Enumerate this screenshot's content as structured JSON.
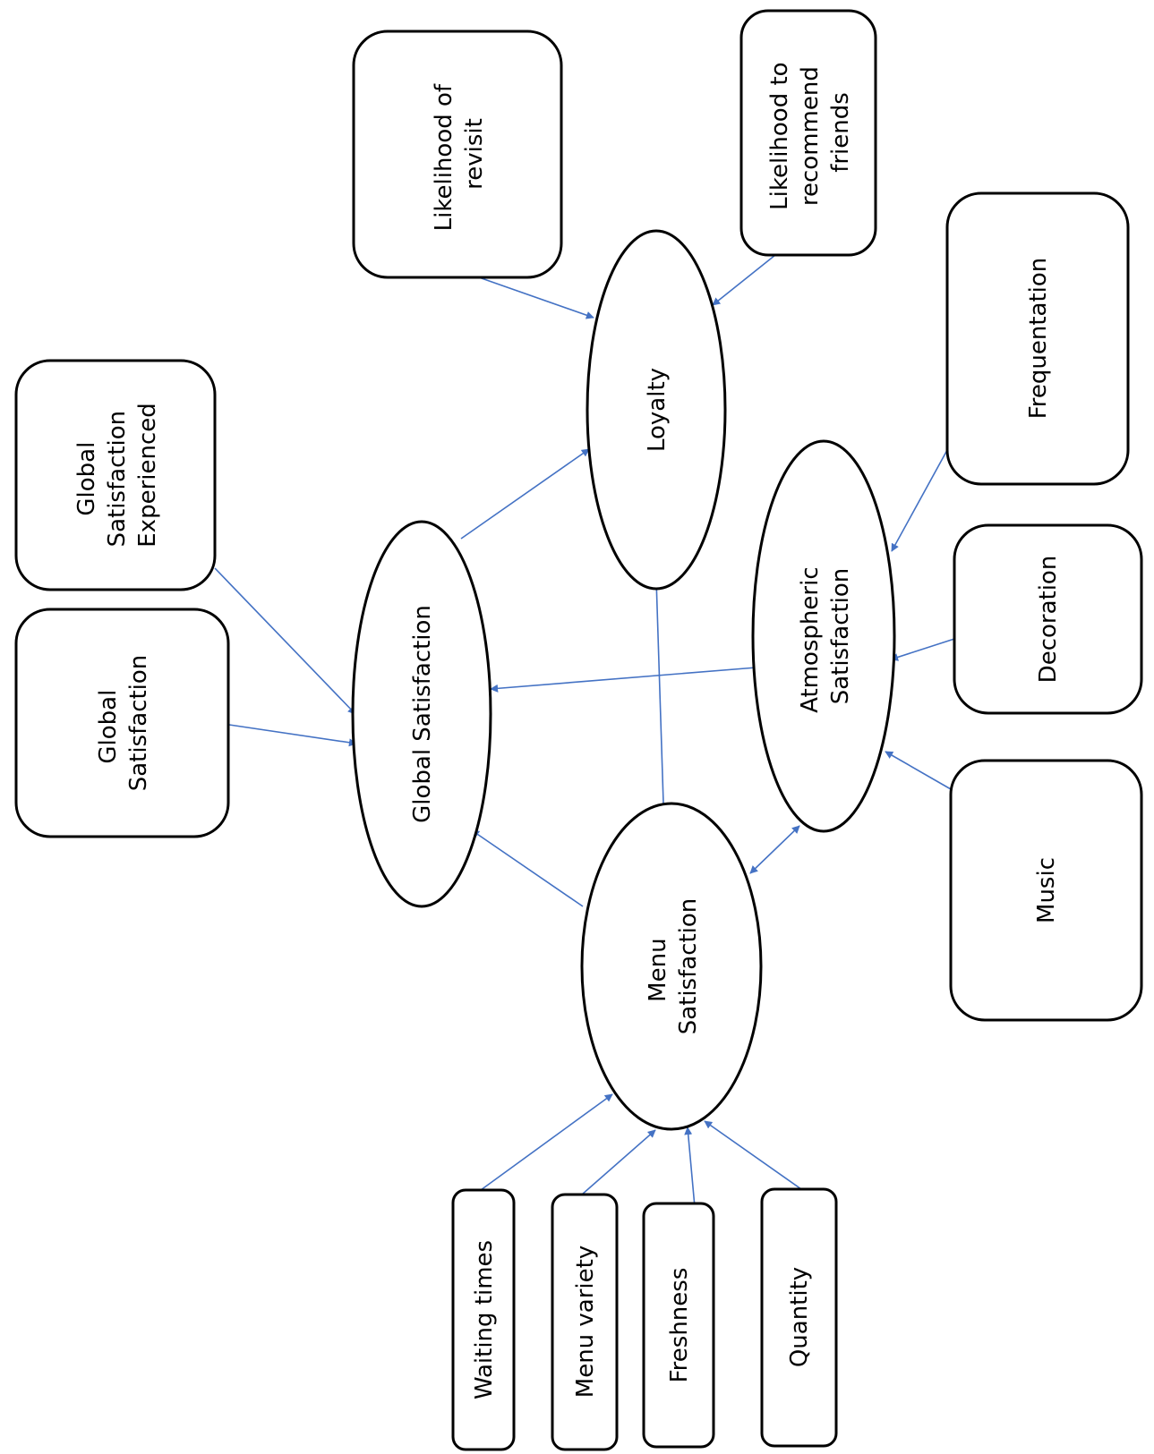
{
  "colors": {
    "arrow": "#4472c4",
    "outline": "#000000",
    "background": "#ffffff"
  },
  "nodes": {
    "global_satisfaction": {
      "label": "Global Satisfaction"
    },
    "loyalty": {
      "label": "Loyalty"
    },
    "atmospheric_satisfaction": {
      "label": [
        "Atmospheric",
        "Satisfaction"
      ]
    },
    "menu_satisfaction": {
      "label": [
        "Menu",
        "Satisfaction"
      ]
    }
  },
  "boxes": {
    "likelihood_of_revisit": {
      "label": [
        "Likelihood of",
        "revisit"
      ]
    },
    "likelihood_to_recommend": {
      "label": [
        "Likelihood to",
        "recommend",
        "friends"
      ]
    },
    "global_satisfaction_experienced": {
      "label": [
        "Global",
        "Satisfaction",
        "Experienced"
      ]
    },
    "global_satisfaction_indicator": {
      "label": [
        "Global",
        "Satisfaction"
      ]
    },
    "frequentation": {
      "label": "Frequentation"
    },
    "decoration": {
      "label": "Decoration"
    },
    "music": {
      "label": "Music"
    },
    "waiting_times": {
      "label": "Waiting times"
    },
    "menu_variety": {
      "label": "Menu variety"
    },
    "freshness": {
      "label": "Freshness"
    },
    "quantity": {
      "label": "Quantity"
    }
  },
  "edges": [
    {
      "from": "Likelihood of revisit",
      "to": "Loyalty"
    },
    {
      "from": "Likelihood to recommend friends",
      "to": "Loyalty"
    },
    {
      "from": "Global Satisfaction",
      "to": "Loyalty"
    },
    {
      "from": "Menu Satisfaction",
      "to": "Loyalty"
    },
    {
      "from": "Global Satisfaction Experienced",
      "to": "Global Satisfaction"
    },
    {
      "from": "Global Satisfaction",
      "to": "Global Satisfaction"
    },
    {
      "from": "Atmospheric Satisfaction",
      "to": "Global Satisfaction"
    },
    {
      "from": "Menu Satisfaction",
      "to": "Global Satisfaction"
    },
    {
      "from": "Menu Satisfaction",
      "to": "Atmospheric Satisfaction",
      "bidirectional": true
    },
    {
      "from": "Frequentation",
      "to": "Atmospheric Satisfaction"
    },
    {
      "from": "Decoration",
      "to": "Atmospheric Satisfaction"
    },
    {
      "from": "Music",
      "to": "Atmospheric Satisfaction"
    },
    {
      "from": "Waiting times",
      "to": "Menu Satisfaction"
    },
    {
      "from": "Menu variety",
      "to": "Menu Satisfaction"
    },
    {
      "from": "Freshness",
      "to": "Menu Satisfaction"
    },
    {
      "from": "Quantity",
      "to": "Menu Satisfaction"
    }
  ]
}
